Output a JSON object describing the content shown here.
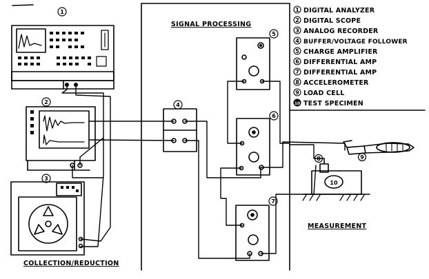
{
  "sections": {
    "signal_processing": "SIGNAL PROCESSING",
    "collection_reduction": "COLLECTION/REDUCTION",
    "measurement": "MEASUREMENT"
  },
  "legend": [
    {
      "num": "1",
      "label": "DIGITAL ANALYZER"
    },
    {
      "num": "2",
      "label": "DIGITAL SCOPE"
    },
    {
      "num": "3",
      "label": "ANALOG RECORDER"
    },
    {
      "num": "4",
      "label": "BUFFER/VOLTAGE FOLLOWER"
    },
    {
      "num": "5",
      "label": "CHARGE AMPLIFIER"
    },
    {
      "num": "6",
      "label": "DIFFERENTIAL AMP"
    },
    {
      "num": "7",
      "label": "DIFFERENTIAL AMP"
    },
    {
      "num": "8",
      "label": "ACCELEROMETER"
    },
    {
      "num": "9",
      "label": "LOAD CELL"
    },
    {
      "num": "10",
      "label": "TEST SPECIMEN"
    }
  ],
  "markers": {
    "m1": "1",
    "m2": "2",
    "m3": "3",
    "m4": "4",
    "m5": "5",
    "m6": "6",
    "m7": "7",
    "m8": "8",
    "m9": "9",
    "m10": "10"
  }
}
